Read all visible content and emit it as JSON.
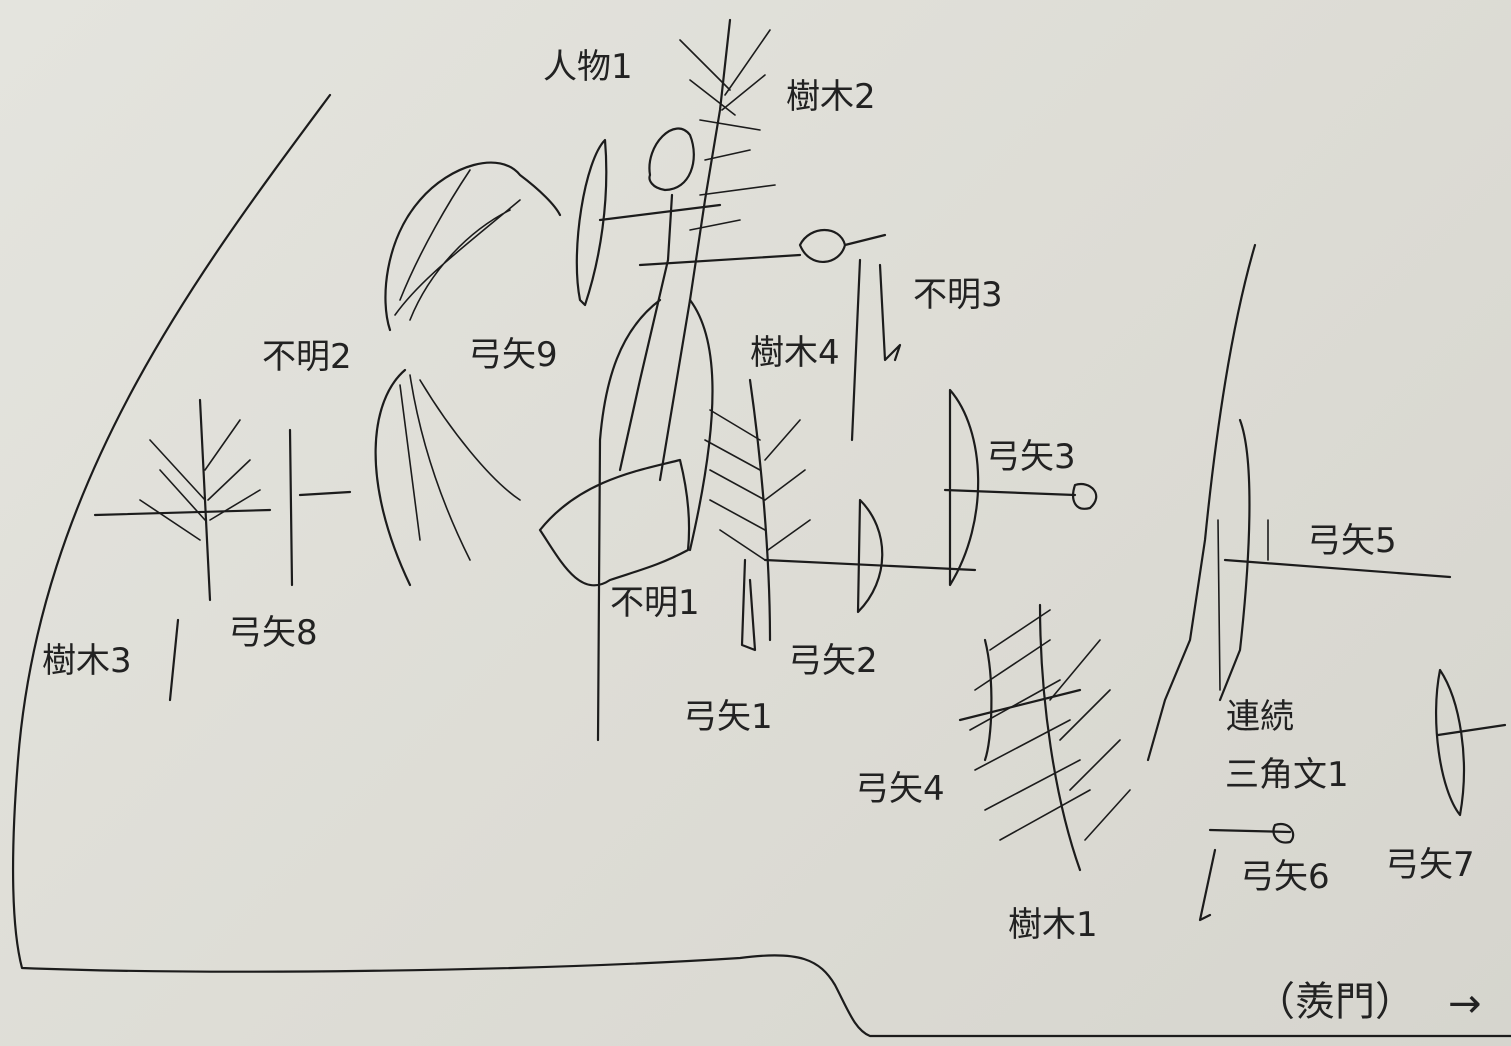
{
  "labels": {
    "jinbutsu1": "人物1",
    "jumoku2": "樹木2",
    "fumei3": "不明3",
    "fumei2": "不明2",
    "yumiya9": "弓矢9",
    "jumoku4": "樹木4",
    "yumiya3": "弓矢3",
    "yumiya5": "弓矢5",
    "yumiya8": "弓矢8",
    "jumoku3": "樹木3",
    "fumei1": "不明1",
    "yumiya2": "弓矢2",
    "yumiya1": "弓矢1",
    "renzoku": "連続",
    "sankakumon1": "三角文1",
    "yumiya4": "弓矢4",
    "yumiya6": "弓矢6",
    "yumiya7": "弓矢7",
    "jumoku1": "樹木1",
    "senmon": "（羨門）",
    "arrow": "→"
  },
  "colors": {
    "ink": "#1c1c1c",
    "paper": "#e2e1db"
  }
}
